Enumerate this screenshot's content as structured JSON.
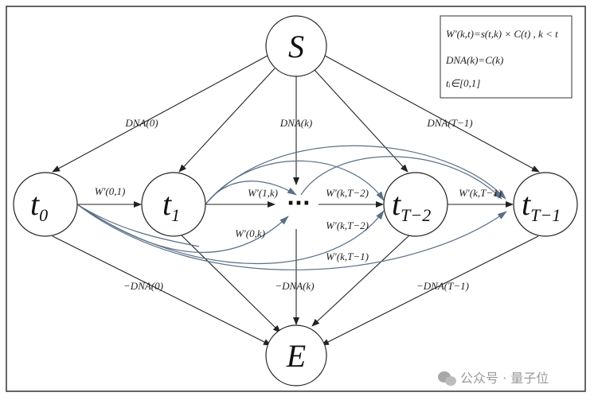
{
  "nodes": {
    "source": "S",
    "sink": "E",
    "t0": {
      "base": "t",
      "sub": "0"
    },
    "t1": {
      "base": "t",
      "sub": "1"
    },
    "tT2": {
      "base": "t",
      "sub": "T−2"
    },
    "tT1": {
      "base": "t",
      "sub": "T−1"
    },
    "ellipsis": "···"
  },
  "edge_labels": {
    "dna0": "DNA(0)",
    "dnak": "DNA(k)",
    "dnaT1": "DNA(T−1)",
    "w01": "W′(0,1)",
    "w1k": "W′(1,k)",
    "wkT2_top": "W′(k,T−2)",
    "w0k": "W′(0,k)",
    "wkT2_low": "W′(k,T−2)",
    "wkT1_low": "W′(k,T−1)",
    "wkT1_right": "W′(k,T−1)",
    "ndna0": "−DNA(0)",
    "ndnak": "−DNA(k)",
    "ndnaT1": "−DNA(T−1)"
  },
  "legend": {
    "line1": "W′(k,t)=s(t,k) × C(t) , k < t",
    "line2": "DNA(k)=C(k)",
    "line3": "tᵢ∈[0,1]"
  },
  "watermark": "公众号 · 量子位",
  "colors": {
    "edge": "#222222",
    "curve": "#5b6f86"
  }
}
